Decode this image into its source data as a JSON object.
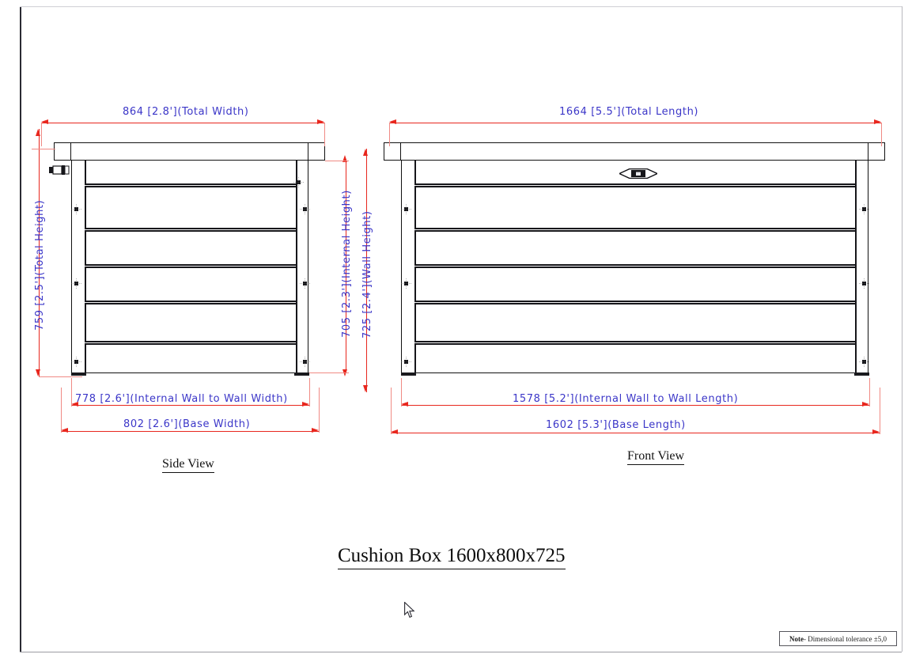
{
  "drawing": {
    "title": "Cushion Box 1600x800x725",
    "note": {
      "prefix": "Note",
      "text": " - Dimensional tolerance ±5,0"
    },
    "colors": {
      "dimension_text": "#3b36c8",
      "dimension_line": "#e8271e",
      "geometry": "#111111"
    },
    "views": [
      {
        "name": "side-view",
        "label": "Side View"
      },
      {
        "name": "front-view",
        "label": "Front View"
      }
    ],
    "dimensions": {
      "side_total_width": {
        "value": "864",
        "feet": "[2.8']",
        "name": "(Total Width)",
        "text": "864  [2.8'](Total Width)"
      },
      "side_total_height": {
        "value": "759",
        "feet": "[2.5']",
        "name": "(Total Height)",
        "text": "759  [2.5'](Total Height)"
      },
      "side_internal_height": {
        "value": "705",
        "feet": "[2.3']",
        "name": "(Internal Height)",
        "text": "705  [2.3'](Internal Height)"
      },
      "side_wall_height": {
        "value": "725",
        "feet": "[2.4']",
        "name": "(Wall Height)",
        "text": "725  [2.4'](Wall Height)"
      },
      "side_internal_w2w": {
        "value": "778",
        "feet": "[2.6']",
        "name": "(Internal Wall to Wall Width)",
        "text": "778  [2.6'](Internal Wall to Wall Width)"
      },
      "side_base_width": {
        "value": "802",
        "feet": "[2.6']",
        "name": "(Base Width)",
        "text": "802  [2.6'](Base Width)"
      },
      "front_total_length": {
        "value": "1664",
        "feet": "[5.5']",
        "name": "(Total Length)",
        "text": "1664  [5.5'](Total Length)"
      },
      "front_internal_w2w": {
        "value": "1578",
        "feet": "[5.2']",
        "name": "(Internal Wall to Wall Length)",
        "text": "1578  [5.2'](Internal Wall to Wall Length)"
      },
      "front_base_length": {
        "value": "1602",
        "feet": "[5.3']",
        "name": "(Base Length)",
        "text": "1602  [5.3'](Base Length)"
      }
    },
    "product": {
      "nominal_size": "1600x800x725",
      "tolerance": "±5,0"
    }
  }
}
